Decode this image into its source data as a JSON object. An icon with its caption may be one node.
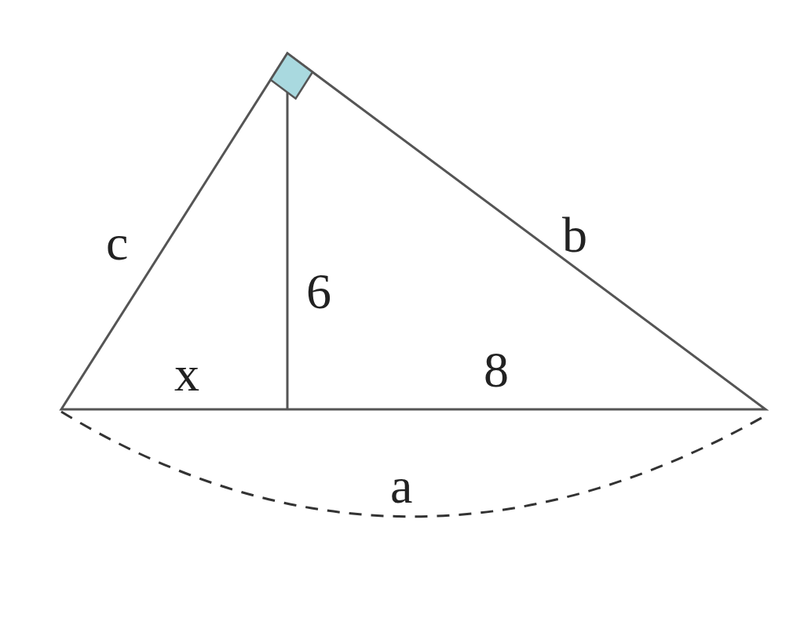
{
  "diagram": {
    "labels": [
      "c",
      "b",
      "6",
      "x",
      "8",
      "a"
    ]
  }
}
